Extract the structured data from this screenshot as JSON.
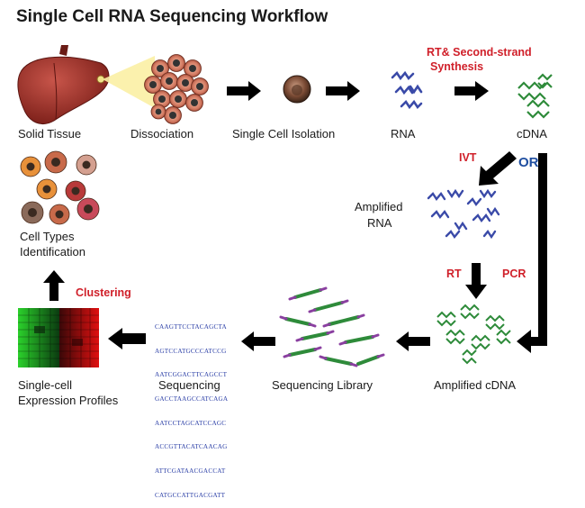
{
  "title": "Single Cell RNA Sequencing Workflow",
  "steps": {
    "solid_tissue": "Solid Tissue",
    "dissociation": "Dissociation",
    "single_cell_isolation": "Single Cell Isolation",
    "rna": "RNA",
    "cdna": "cDNA",
    "amplified_rna_line1": "Amplified",
    "amplified_rna_line2": "RNA",
    "amplified_cdna": "Amplified cDNA",
    "sequencing_library": "Sequencing Library",
    "sequencing": "Sequencing",
    "profiles_line1": "Single-cell",
    "profiles_line2": "Expression Profiles",
    "cell_types_line1": "Cell Types",
    "cell_types_line2": "Identification"
  },
  "processes": {
    "rt_second_strand_line1": "RT& Second-strand",
    "rt_second_strand_line2": "Synthesis",
    "ivt": "IVT",
    "or": "OR",
    "rt": "RT",
    "pcr": "PCR",
    "clustering": "Clustering"
  },
  "sequence_lines": [
    "CAAGTTCCTACAGCTA",
    "AGTCCATGCCCATCCG",
    "AATCGGACTTCAGCCT",
    "GACCTAAGCCATCAGA",
    "AATCCTAGCATCCAGC",
    "ACCGTTACATCAACAG",
    "ATTCGATAACGACCAT",
    "CATGCCATTGACGATT"
  ],
  "colors": {
    "process_label": "#d0202a",
    "or_label": "#1f4ea0",
    "arrow": "#000000",
    "rna_strand": "#3a4aa8",
    "cdna_strand": "#2e8b3a",
    "tissue": "#a8322a",
    "cell_body": "#d9826a",
    "cell_nucleus": "#3a3a3a"
  }
}
